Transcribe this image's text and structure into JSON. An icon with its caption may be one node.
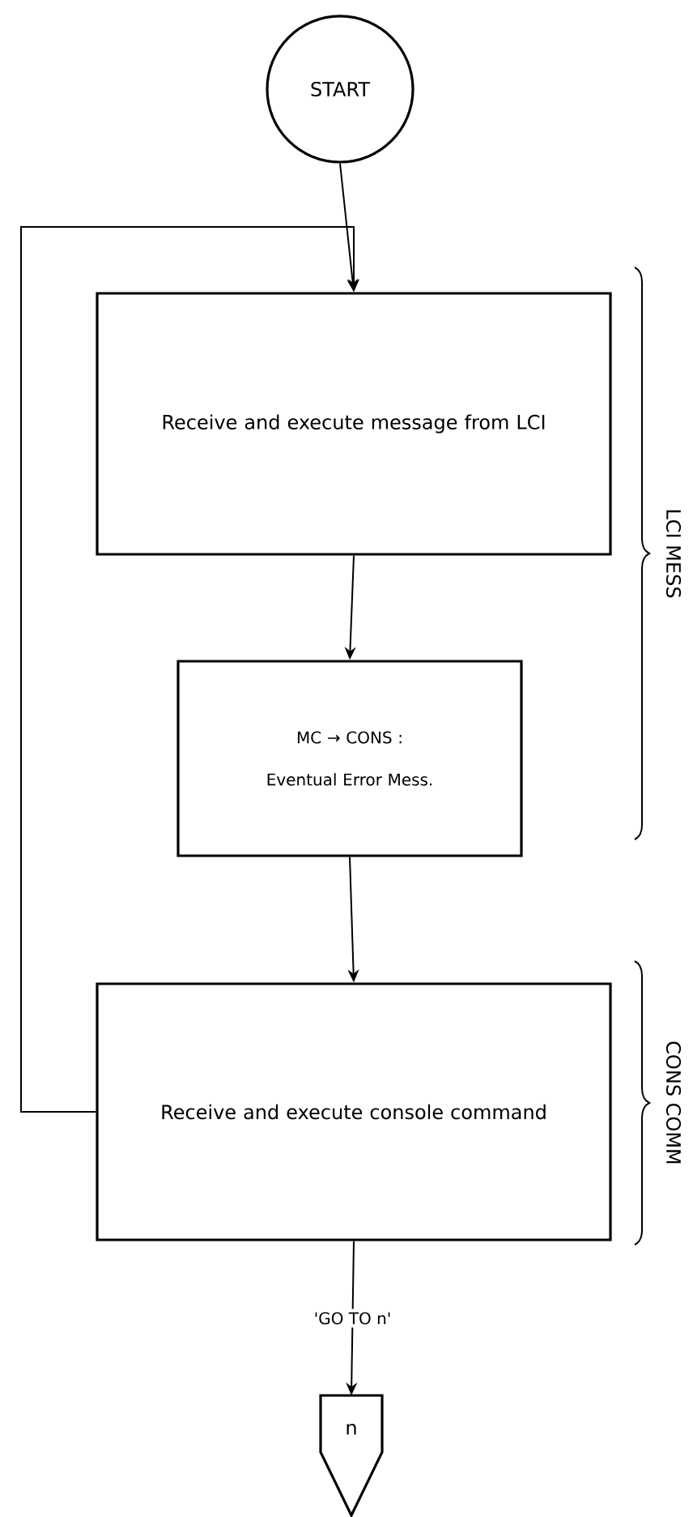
{
  "diagram": {
    "nodes": [
      {
        "text": [
          "START"
        ]
      },
      {
        "text": [
          "Receive and execute message from LCI"
        ]
      },
      {
        "text": [
          "MC → CONS :",
          "Eventual Error Mess."
        ]
      },
      {
        "text": [
          "Receive and execute console command"
        ]
      },
      {
        "text": [
          "n"
        ]
      }
    ],
    "edges": [
      {
        "from": 0,
        "to": 1,
        "arrow": "to"
      },
      {
        "from": 1,
        "to": 2,
        "arrow": "to"
      },
      {
        "from": 2,
        "to": 3,
        "arrow": "to"
      },
      {
        "from": 3,
        "to": 1,
        "arrow": "to"
      },
      {
        "from": 3,
        "to": 4,
        "arrow": "to",
        "label": "'GO TO n'"
      }
    ],
    "labels": [
      "LCI MESS",
      "CONS COMM"
    ]
  }
}
